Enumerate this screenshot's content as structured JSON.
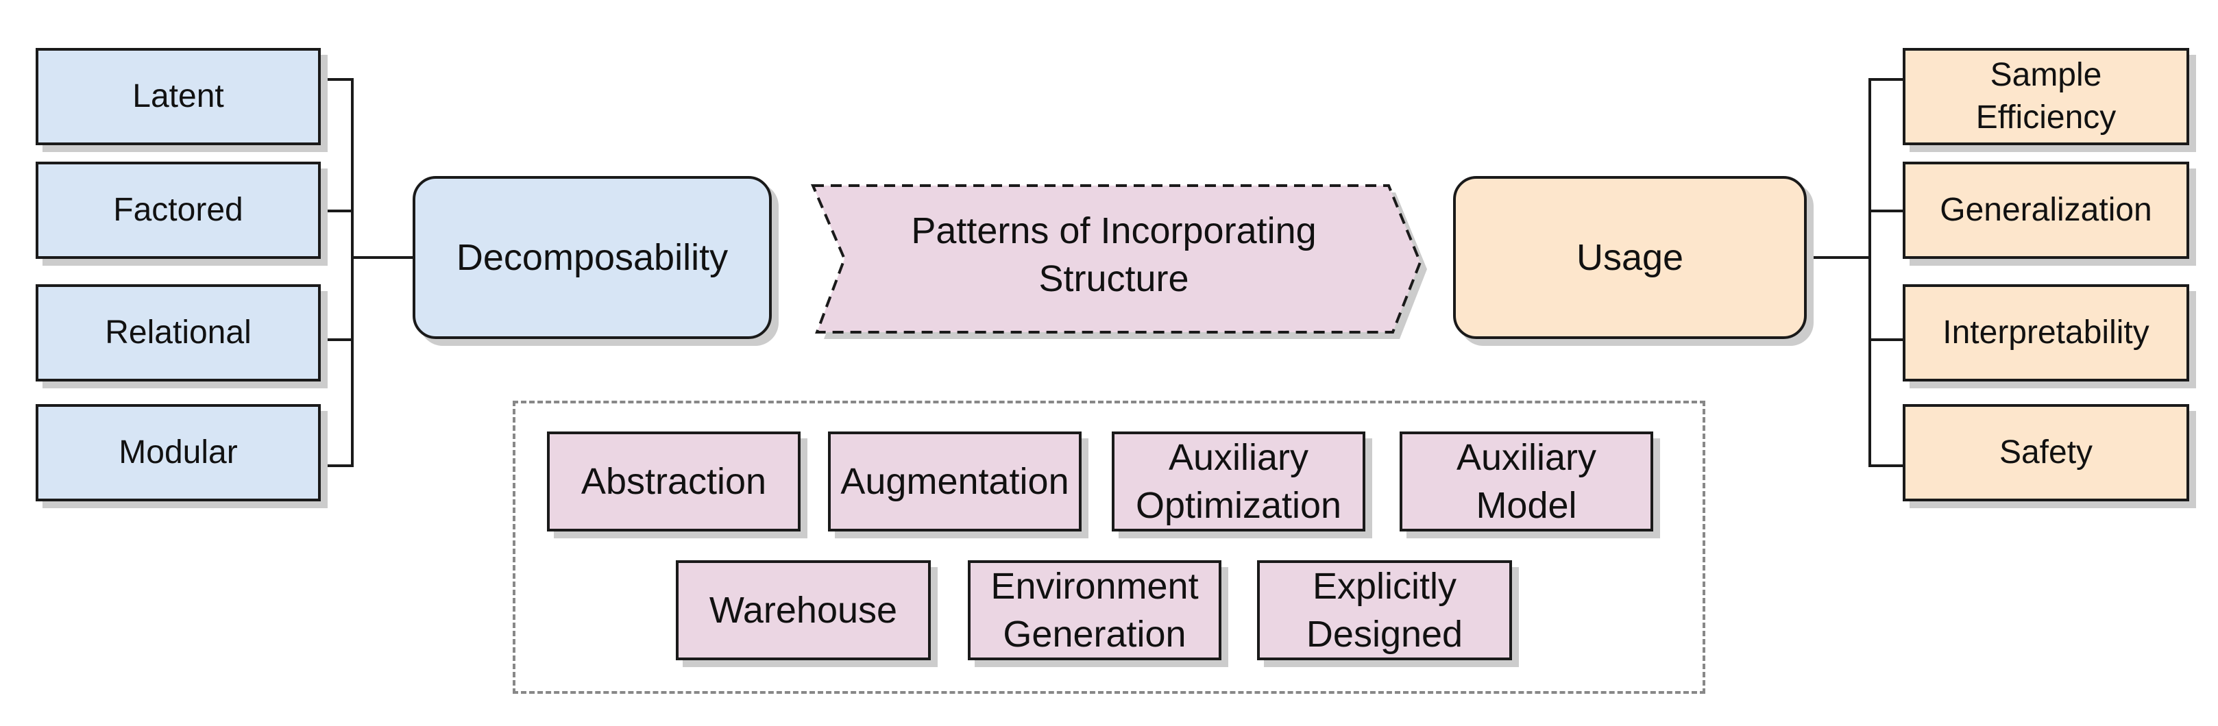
{
  "left_group": {
    "hub": "Decomposability",
    "items": [
      "Latent",
      "Factored",
      "Relational",
      "Modular"
    ]
  },
  "center": {
    "title": "Patterns of Incorporating\nStructure",
    "patterns_row1": [
      "Abstraction",
      "Augmentation",
      "Auxiliary\nOptimization",
      "Auxiliary\nModel"
    ],
    "patterns_row2": [
      "Warehouse",
      "Environment\nGeneration",
      "Explicitly\nDesigned"
    ]
  },
  "right_group": {
    "hub": "Usage",
    "items": [
      "Sample\nEfficiency",
      "Generalization",
      "Interpretability",
      "Safety"
    ]
  },
  "colors": {
    "blue_fill": "#d7e5f5",
    "orange_fill": "#fde6cc",
    "pink_fill": "#ebd6e3",
    "border": "#1a1a1a",
    "shadow": "#cccccc",
    "dashed_border": "#888888"
  }
}
